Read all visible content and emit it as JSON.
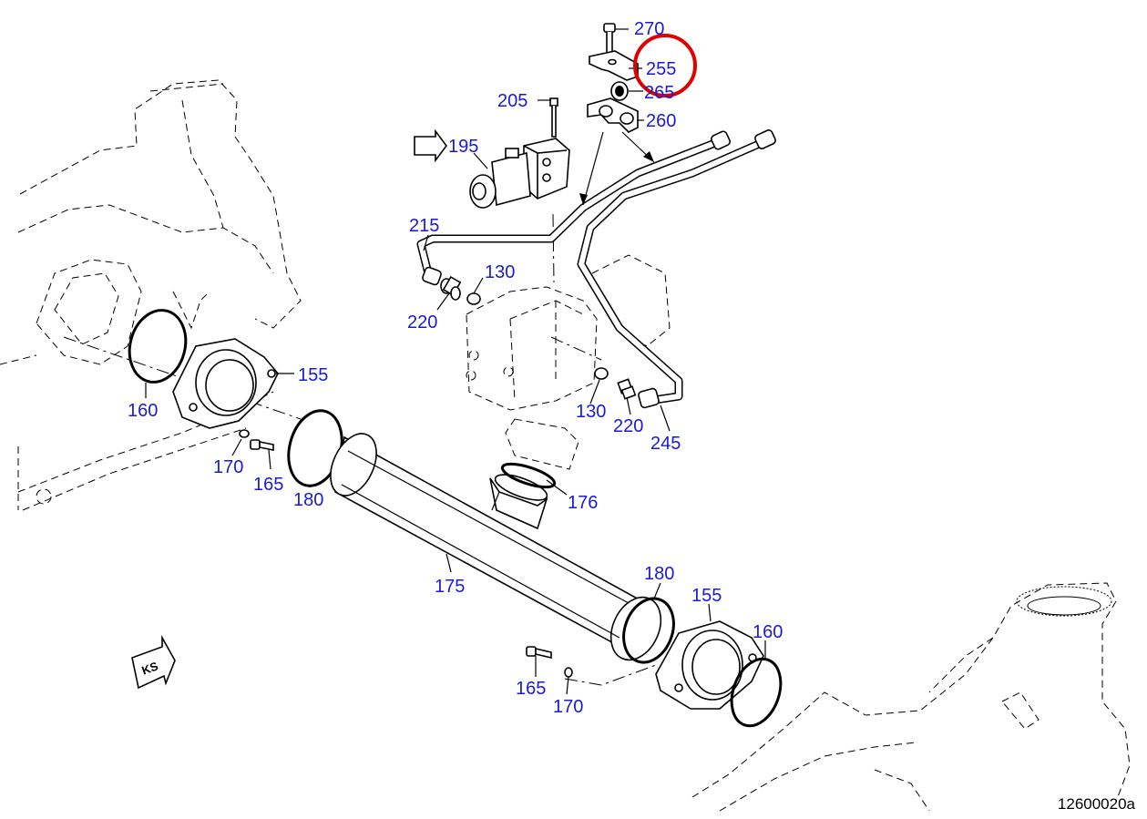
{
  "drawing": {
    "reference_number": "12600020a",
    "direction_marker": "KS",
    "highlight_color": "#e00000",
    "label_color": "#1a1ad6"
  },
  "callouts": [
    {
      "id": "c270",
      "number": "270"
    },
    {
      "id": "c255",
      "number": "255",
      "highlighted": true
    },
    {
      "id": "c265",
      "number": "265"
    },
    {
      "id": "c260",
      "number": "260"
    },
    {
      "id": "c205",
      "number": "205"
    },
    {
      "id": "c195",
      "number": "195"
    },
    {
      "id": "c215",
      "number": "215"
    },
    {
      "id": "c130a",
      "number": "130"
    },
    {
      "id": "c220a",
      "number": "220"
    },
    {
      "id": "c155a",
      "number": "155"
    },
    {
      "id": "c160a",
      "number": "160"
    },
    {
      "id": "c170a",
      "number": "170"
    },
    {
      "id": "c165a",
      "number": "165"
    },
    {
      "id": "c180a",
      "number": "180"
    },
    {
      "id": "c130b",
      "number": "130"
    },
    {
      "id": "c220b",
      "number": "220"
    },
    {
      "id": "c245",
      "number": "245"
    },
    {
      "id": "c176",
      "number": "176"
    },
    {
      "id": "c175",
      "number": "175"
    },
    {
      "id": "c180b",
      "number": "180"
    },
    {
      "id": "c155b",
      "number": "155"
    },
    {
      "id": "c160b",
      "number": "160"
    },
    {
      "id": "c165b",
      "number": "165"
    },
    {
      "id": "c170b",
      "number": "170"
    }
  ]
}
